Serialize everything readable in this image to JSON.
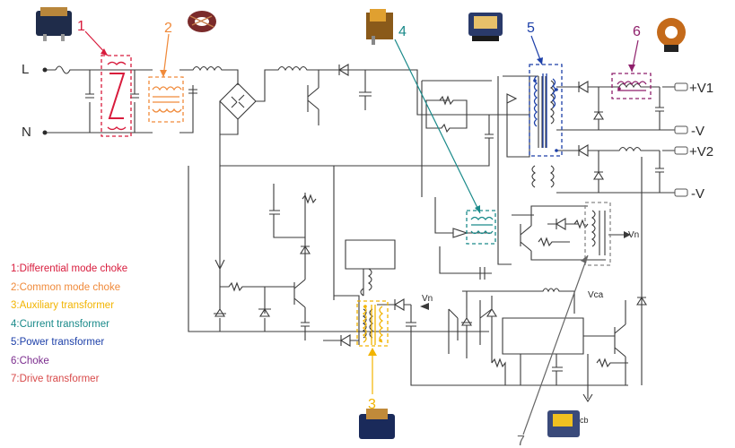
{
  "terminals": {
    "line": "L",
    "neutral": "N"
  },
  "outputs": {
    "v1_pos": "+V1",
    "v1_neg": "-V",
    "v2_pos": "+V2",
    "v2_neg": "-V"
  },
  "nodes": {
    "vn_1": "Vn",
    "vn_2": "Vn",
    "vca": "Vca",
    "cb": "cb"
  },
  "callouts": [
    {
      "number": "1",
      "color": "#d81b3c"
    },
    {
      "number": "2",
      "color": "#f08a3a"
    },
    {
      "number": "3",
      "color": "#f2b400"
    },
    {
      "number": "4",
      "color": "#1a8a8a"
    },
    {
      "number": "5",
      "color": "#1c3fa8"
    },
    {
      "number": "6",
      "color": "#8e1f6b"
    },
    {
      "number": "7",
      "color": "#555555"
    }
  ],
  "legend": [
    {
      "text": "1:Differential mode choke",
      "color": "#d81b3c"
    },
    {
      "text": "2:Common mode choke",
      "color": "#f08a3a"
    },
    {
      "text": "3:Auxiliary transformer",
      "color": "#f2b400"
    },
    {
      "text": "4:Current transformer",
      "color": "#1a8a8a"
    },
    {
      "text": "5:Power transformer",
      "color": "#1c3fa8"
    },
    {
      "text": "6:Choke",
      "color": "#7b2d8e"
    },
    {
      "text": "7:Drive transformer",
      "color": "#d84a4a"
    }
  ]
}
